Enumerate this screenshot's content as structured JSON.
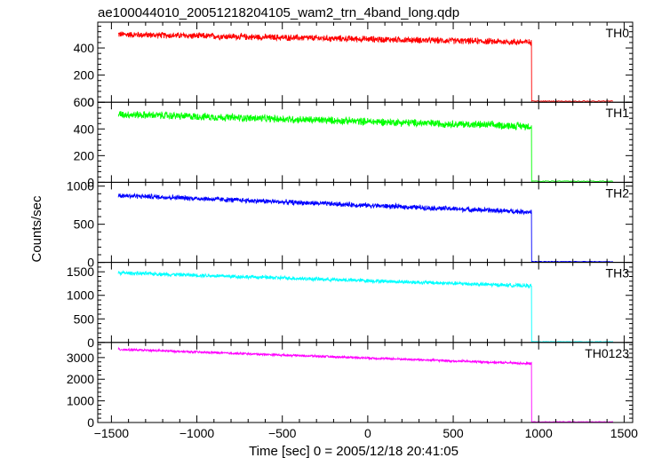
{
  "chart_data": {
    "type": "line",
    "title": "ae100044010_20051218204105_wam2_trn_4band_long.qdp",
    "xlabel": "Time [sec] 0 = 2005/12/18 20:41:05",
    "ylabel": "Counts/sec",
    "xlim": [
      -1580,
      1550
    ],
    "xticks": [
      -1500,
      -1000,
      -500,
      0,
      500,
      1000,
      1500
    ],
    "xticklabels": [
      "−1500",
      "−1000",
      "−500",
      "0",
      "500",
      "1000",
      "1500"
    ],
    "data_x_range": [
      -1460,
      1440
    ],
    "drop_time": 958,
    "grid": false,
    "series": [
      {
        "name": "TH0",
        "color": "#ff0000",
        "ylim": [
          0,
          590
        ],
        "yticks": [
          0,
          200,
          400
        ],
        "yticklabels": [
          "0",
          "200",
          "400"
        ],
        "start": 500,
        "end": 442,
        "noise": 20,
        "after": 8
      },
      {
        "name": "TH1",
        "color": "#00ff00",
        "ylim": [
          0,
          600
        ],
        "yticks": [
          0,
          200,
          400,
          600
        ],
        "yticklabels": [
          "0",
          "200",
          "400",
          "600"
        ],
        "start": 510,
        "end": 420,
        "noise": 24,
        "after": 8
      },
      {
        "name": "TH2",
        "color": "#0000ff",
        "ylim": [
          0,
          1050
        ],
        "yticks": [
          0,
          500,
          1000
        ],
        "yticklabels": [
          "0",
          "500",
          "1000"
        ],
        "start": 880,
        "end": 660,
        "noise": 28,
        "after": 10
      },
      {
        "name": "TH3",
        "color": "#00ffff",
        "ylim": [
          0,
          1700
        ],
        "yticks": [
          0,
          500,
          1000,
          1500
        ],
        "yticklabels": [
          "0",
          "500",
          "1000",
          "1500"
        ],
        "start": 1480,
        "end": 1200,
        "noise": 35,
        "after": 15
      },
      {
        "name": "TH0123",
        "color": "#ff00ff",
        "ylim": [
          0,
          3700
        ],
        "yticks": [
          0,
          1000,
          2000,
          3000
        ],
        "yticklabels": [
          "0",
          "1000",
          "2000",
          "3000"
        ],
        "start": 3380,
        "end": 2720,
        "noise": 45,
        "after": 30
      }
    ]
  }
}
